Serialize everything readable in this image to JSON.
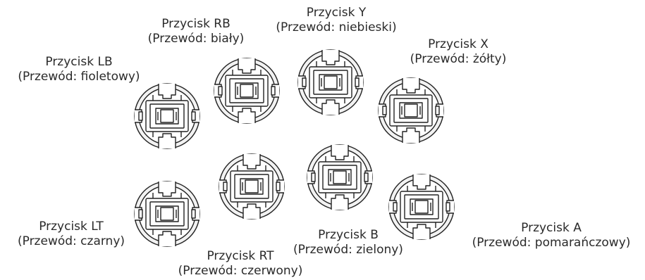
{
  "buttons": [
    {
      "id": "lb",
      "name": "Przycisk LB",
      "wire": "(Przewód: fioletowy)"
    },
    {
      "id": "rb",
      "name": "Przycisk RB",
      "wire": "(Przewód: biały)"
    },
    {
      "id": "y",
      "name": "Przycisk Y",
      "wire": "(Przewód: niebieski)"
    },
    {
      "id": "x",
      "name": "Przycisk X",
      "wire": "(Przewód: żółty)"
    },
    {
      "id": "lt",
      "name": "Przycisk LT",
      "wire": "(Przewód: czarny)"
    },
    {
      "id": "rt",
      "name": "Przycisk RT",
      "wire": "(Przewód: czerwony)"
    },
    {
      "id": "b",
      "name": "Przycisk B",
      "wire": "(Przewód: zielony)"
    },
    {
      "id": "a",
      "name": "Przycisk A",
      "wire": "(Przewód: pomarańczowy)"
    }
  ],
  "colors": {
    "stroke": "#222222",
    "fill_outer": "#f2f2f2",
    "fill_inner": "#ffffff",
    "text": "#2a2a2a"
  }
}
